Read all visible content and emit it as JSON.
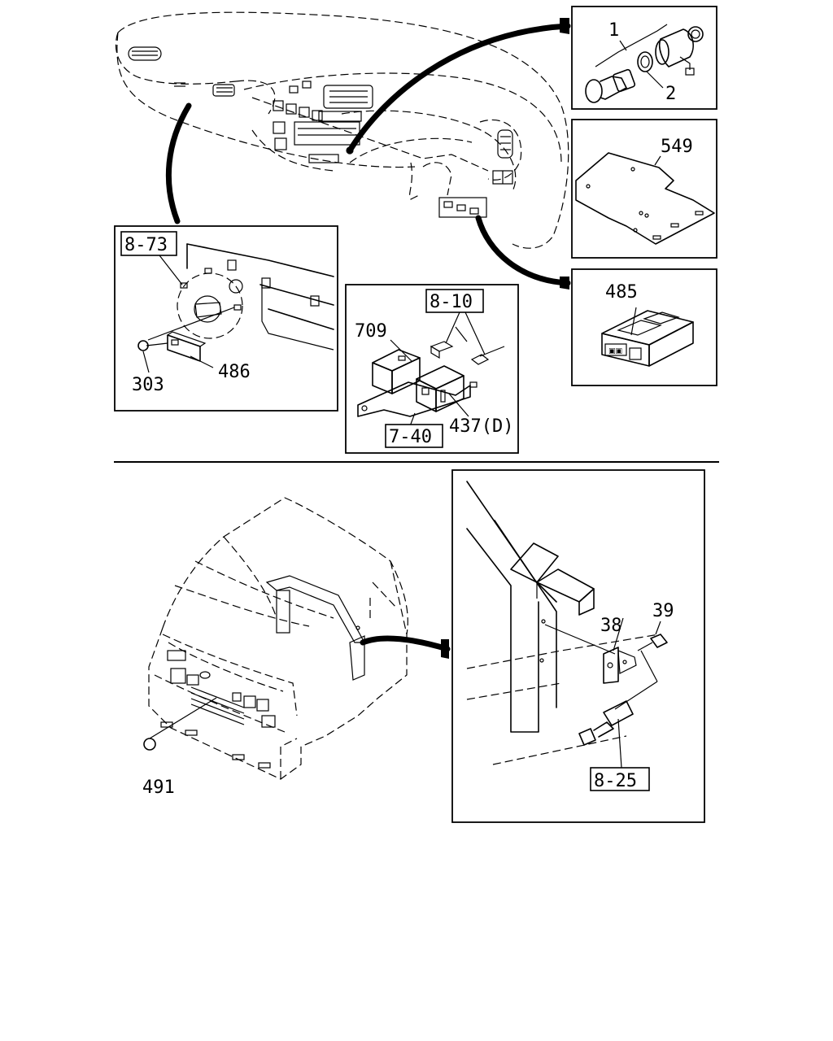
{
  "diagram": {
    "top": {
      "callouts": {
        "p1": "1",
        "p2": "2",
        "p549": "549",
        "p485": "485",
        "ref_8_73": "8-73",
        "p303": "303",
        "p486": "486",
        "ref_8_10": "8-10",
        "p709": "709",
        "ref_7_40": "7-40",
        "p437": "437(D)"
      }
    },
    "bottom": {
      "callouts": {
        "p491": "491",
        "p39": "39",
        "p38": "38",
        "ref_8_25": "8-25"
      }
    }
  }
}
